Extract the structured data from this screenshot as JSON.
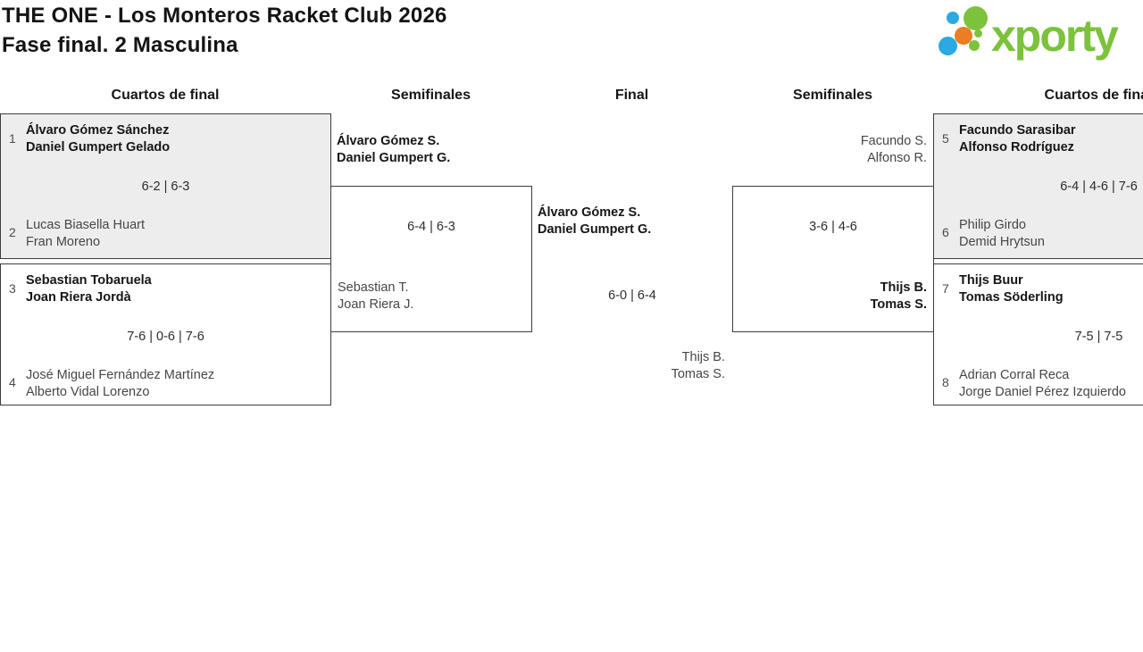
{
  "header": {
    "title": "THE ONE - Los Monteros Racket Club 2026",
    "subtitle": "Fase final. 2 Masculina"
  },
  "logo": {
    "text": "xporty"
  },
  "round_headers": [
    "Cuartos de final",
    "Semifinales",
    "Final",
    "Semifinales",
    "Cuartos de final"
  ],
  "colors": {
    "green": "#7cc23c",
    "blue": "#2ba9e0",
    "orange": "#e97e23",
    "box_bg": "#ededed",
    "border": "#3d3d3d"
  },
  "bracket": {
    "qf1": {
      "seed_a": "1",
      "team_a1": "Álvaro Gómez Sánchez",
      "team_a2": "Daniel Gumpert Gelado",
      "score": "6-2 | 6-3",
      "seed_b": "2",
      "team_b1": "Lucas Biasella Huart",
      "team_b2": "Fran Moreno"
    },
    "qf2": {
      "seed_a": "3",
      "team_a1": "Sebastian Tobaruela",
      "team_a2": "Joan Riera Jordà",
      "score": "7-6 | 0-6 | 7-6",
      "seed_b": "4",
      "team_b1": "José Miguel Fernández Martínez",
      "team_b2": "Alberto Vidal Lorenzo"
    },
    "qf3": {
      "seed_a": "5",
      "team_a1": "Facundo Sarasibar",
      "team_a2": "Alfonso Rodríguez",
      "score": "6-4 | 4-6 | 7-6",
      "seed_b": "6",
      "team_b1": "Philip Girdo",
      "team_b2": "Demid Hrytsun"
    },
    "qf4": {
      "seed_a": "7",
      "team_a1": "Thijs Buur",
      "team_a2": "Tomas Söderling",
      "score": "7-5 | 7-5",
      "seed_b": "8",
      "team_b1": "Adrian Corral Reca",
      "team_b2": "Jorge Daniel Pérez Izquierdo"
    },
    "sf1": {
      "team_a1": "Álvaro Gómez S.",
      "team_a2": "Daniel Gumpert G.",
      "score": "6-4 | 6-3",
      "team_b1": "Sebastian T.",
      "team_b2": "Joan Riera J."
    },
    "sf2": {
      "team_a1": "Facundo S.",
      "team_a2": "Alfonso R.",
      "score": "3-6 | 4-6",
      "team_b1": "Thijs B.",
      "team_b2": "Tomas S."
    },
    "final": {
      "team_a1": "Álvaro Gómez S.",
      "team_a2": "Daniel Gumpert G.",
      "score": "6-0 | 6-4",
      "team_b1": "Thijs B.",
      "team_b2": "Tomas S."
    }
  }
}
